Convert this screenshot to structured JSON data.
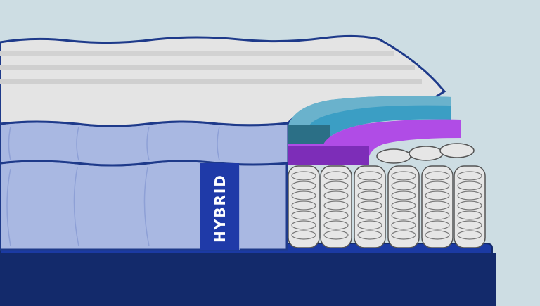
{
  "illustration": {
    "label": "HYBRID",
    "colors": {
      "background": "#cddde3",
      "outline": "#1e3a8a",
      "cover_top": "#e4e4e4",
      "cover_stripe": "#cfcfcf",
      "side_panel": "#a9b8e2",
      "side_panel_dark": "#93a4d8",
      "label_band": "#1f3aa8",
      "teal_layer": "#3b9ec4",
      "teal_layer_dark": "#2b6f86",
      "purple_layer": "#b04ce6",
      "purple_layer_dark": "#7d2db8",
      "coil": "#e6e6e6",
      "coil_outline": "#555555",
      "base": "#132a6b",
      "base_top": "#1b3aa3"
    },
    "layers": [
      "quilted-cover",
      "comfort-foam",
      "transition-foam",
      "pocket-coils",
      "base"
    ]
  }
}
